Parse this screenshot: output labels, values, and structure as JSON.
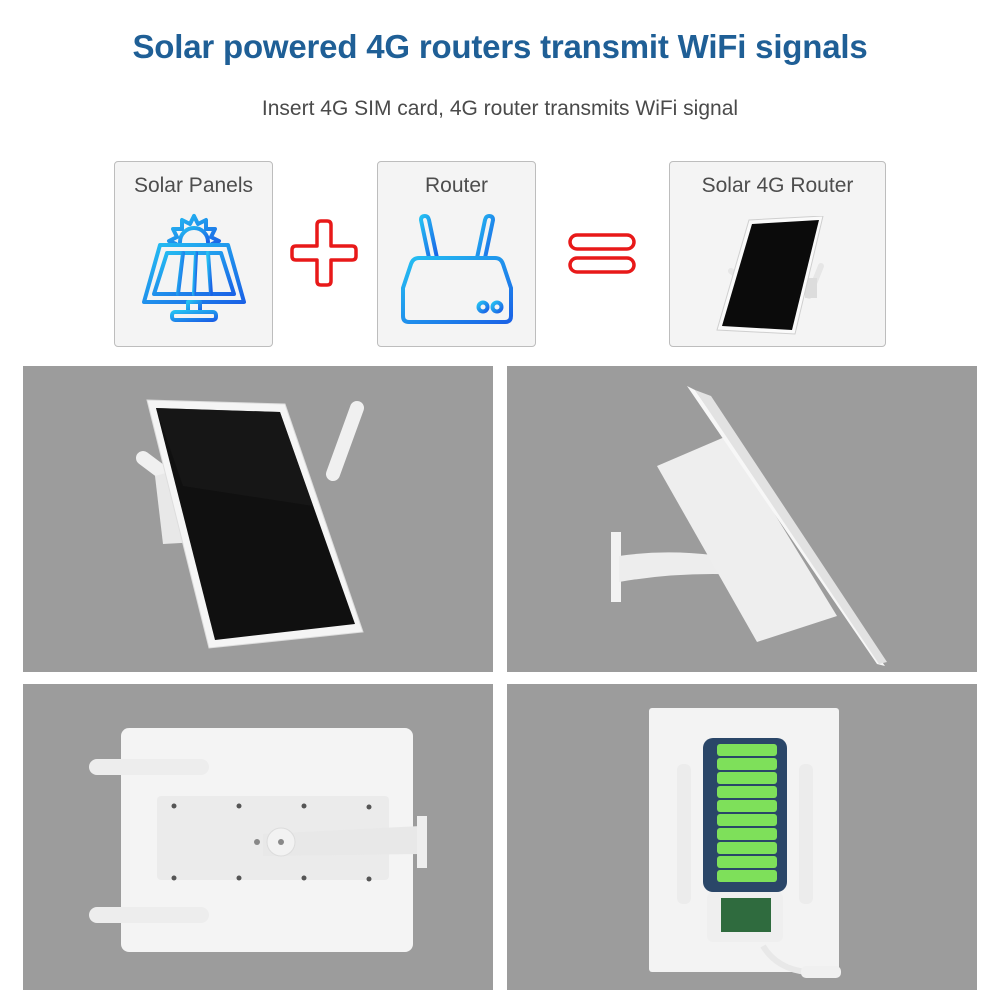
{
  "header": {
    "title": "Solar powered 4G routers transmit WiFi signals",
    "subtitle": "Insert 4G SIM card, 4G router transmits WiFi signal"
  },
  "equation": {
    "cards": [
      {
        "label": "Solar Panels",
        "icon": "solar-panel-icon"
      },
      {
        "label": "Router",
        "icon": "router-icon"
      },
      {
        "label": "Solar 4G Router",
        "icon": "solar-router-product-image"
      }
    ],
    "operators": [
      {
        "symbol": "plus-icon",
        "color": "#e81919"
      },
      {
        "symbol": "equals-icon",
        "color": "#e81919"
      }
    ]
  },
  "photos": [
    {
      "name": "front-view-photo",
      "description": "Solar panel front with two antennas and wall bracket"
    },
    {
      "name": "side-view-photo",
      "description": "Side view on wall-mount arm"
    },
    {
      "name": "back-view-photo",
      "description": "Back view with two antennas and bracket arm"
    },
    {
      "name": "interior-battery-photo",
      "description": "Open housing showing battery cells and circuit board"
    }
  ],
  "colors": {
    "title": "#1f5f96",
    "subtitle": "#4a4a4a",
    "icon_blue_light": "#22b8f0",
    "icon_blue_dark": "#1a6fe8",
    "operator_red": "#e81919",
    "photo_bg": "#9c9c9c",
    "battery_green": "#7ee05a"
  }
}
